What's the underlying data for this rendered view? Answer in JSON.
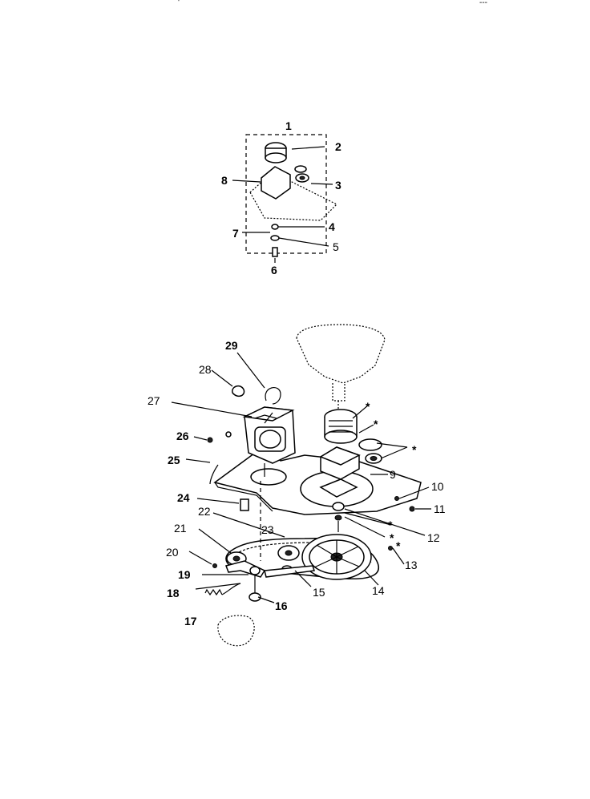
{
  "corner_marks": {
    "left": "'",
    "right": "---"
  },
  "inset_labels": [
    "1",
    "2",
    "3",
    "4",
    "5",
    "6",
    "7",
    "8"
  ],
  "main_labels": [
    "9",
    "10",
    "11",
    "12",
    "13",
    "14",
    "15",
    "16",
    "17",
    "18",
    "19",
    "20",
    "21",
    "22",
    "23",
    "24",
    "25",
    "26",
    "27",
    "28",
    "29"
  ],
  "asterisk": "*"
}
